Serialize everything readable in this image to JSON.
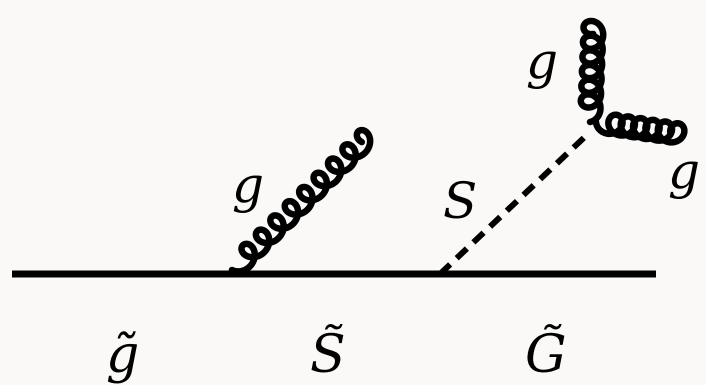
{
  "labels": {
    "gluon_emitted": "g",
    "scalar": "S",
    "gluon_top": "g",
    "gluon_right": "g",
    "gluino": "g̃",
    "sgluon": "S̃",
    "goldstino": "G̃"
  }
}
